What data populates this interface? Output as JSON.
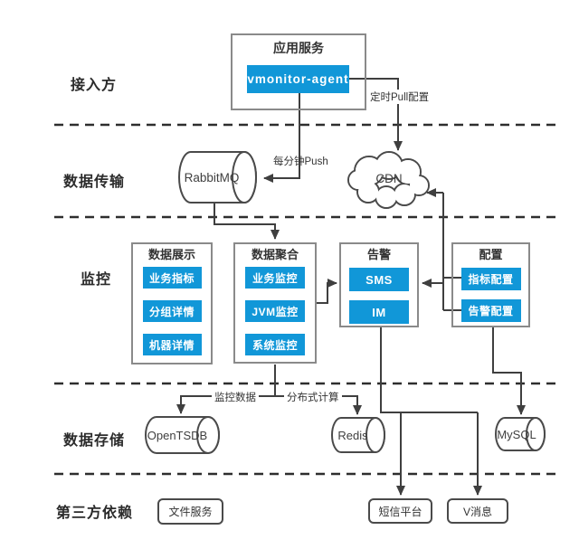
{
  "sections": {
    "access": "接入方",
    "transport": "数据传输",
    "monitor": "监控",
    "storage": "数据存储",
    "third_party": "第三方依赖"
  },
  "nodes": {
    "app_box_title": "应用服务",
    "agent": "vmonitor-agent",
    "queue": "RabbitMQ",
    "cdn": "CDN",
    "tsdb": "OpenTSDB",
    "redis": "Redis",
    "mysql": "MySQL",
    "file_service": "文件服务",
    "sms_platform": "短信平台",
    "v_message": "V消息"
  },
  "groups": [
    {
      "title": "数据展示",
      "items": [
        "业务指标",
        "分组详情",
        "机器详情"
      ]
    },
    {
      "title": "数据聚合",
      "items": [
        "业务监控",
        "JVM监控",
        "系统监控"
      ]
    },
    {
      "title": "告警",
      "items": [
        "SMS",
        "IM"
      ]
    },
    {
      "title": "配置",
      "items": [
        "指标配置",
        "告警配置"
      ]
    }
  ],
  "edge_labels": {
    "pull": "定时Pull配置",
    "push": "每分钟Push",
    "monitor_data": "监控数据",
    "distributed": "分布式计算"
  },
  "colors": {
    "accent": "#1197d8",
    "line": "#3f3f3f",
    "border": "#8a8a8a"
  }
}
